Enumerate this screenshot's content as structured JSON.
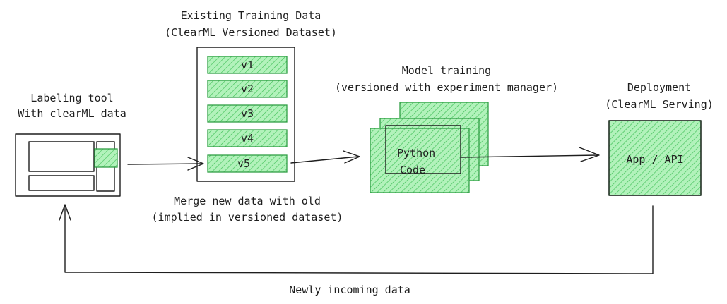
{
  "labeling": {
    "title_line1": "Labeling tool",
    "title_line2": "With clearML data"
  },
  "dataset": {
    "title_line1": "Existing Training Data",
    "title_line2": "(ClearML Versioned Dataset)",
    "versions": [
      "v1",
      "v2",
      "v3",
      "v4",
      "v5"
    ]
  },
  "merge": {
    "line1": "Merge new data with old",
    "line2": "(implied in versioned dataset)"
  },
  "training": {
    "title_line1": "Model training",
    "title_line2": "(versioned with experiment manager)",
    "code_line1": "Python",
    "code_line2": "Code"
  },
  "deployment": {
    "title_line1": "Deployment",
    "title_line2": "(ClearML Serving)",
    "box_label": "App / API"
  },
  "feedback": {
    "label": "Newly incoming data"
  },
  "colors": {
    "green_fill": "#b2f2bb",
    "green_stroke": "#2f9e44",
    "ink": "#1e1e1e"
  }
}
